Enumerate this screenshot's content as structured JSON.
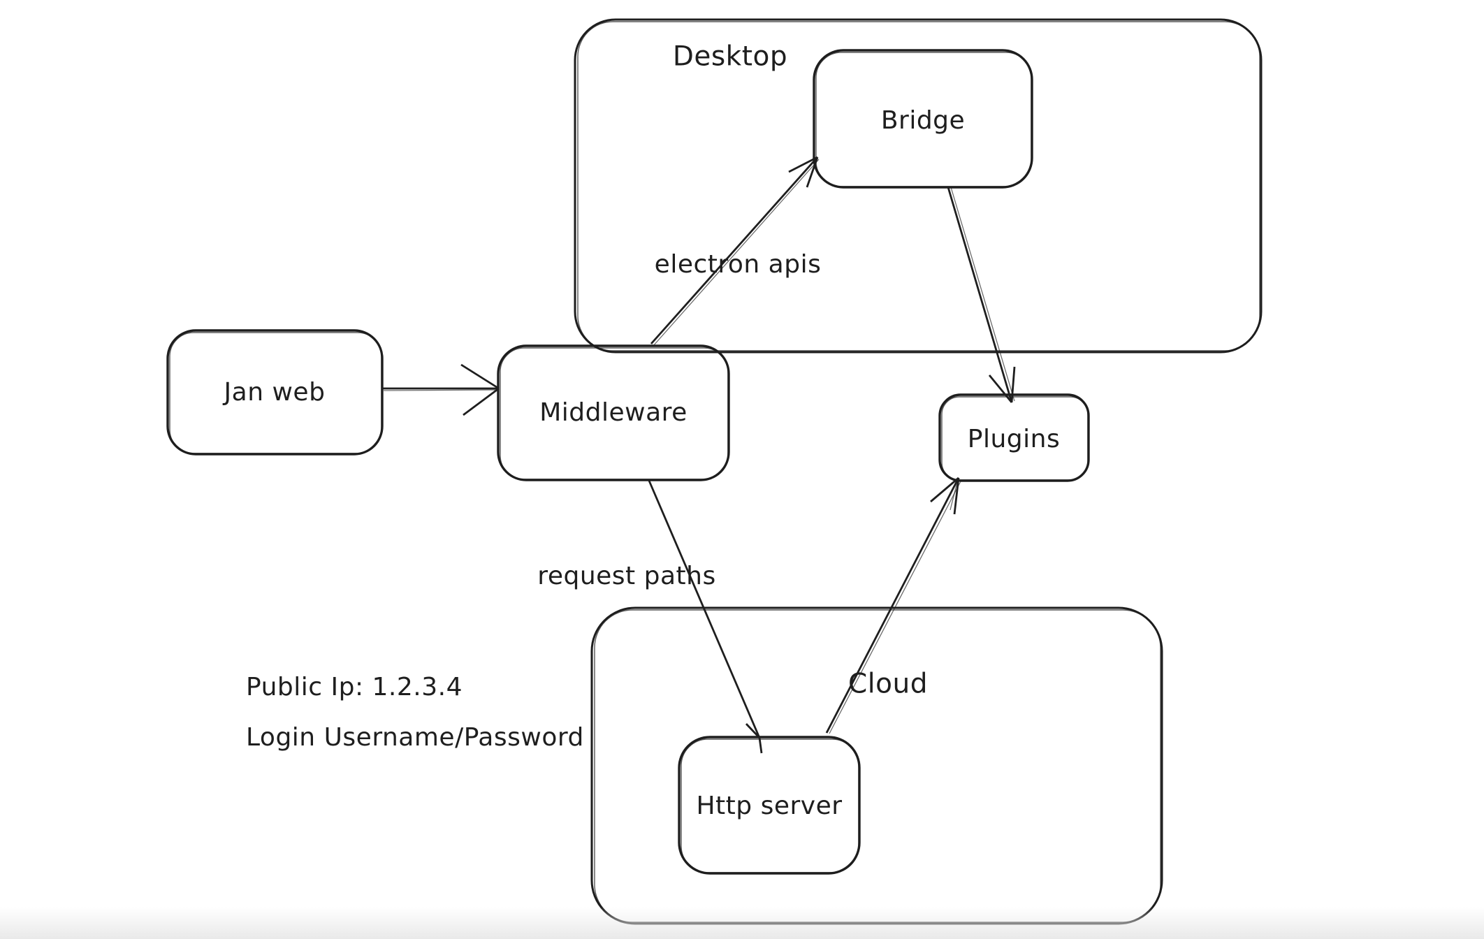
{
  "canvas": {
    "background": "#ffffff",
    "stroke_color": "#1e1e1e",
    "bottom_fade_color": "#e9e9e9"
  },
  "containers": {
    "desktop": {
      "label": "Desktop"
    },
    "cloud": {
      "label": "Cloud"
    }
  },
  "nodes": {
    "jan_web": {
      "label": "Jan web"
    },
    "middleware": {
      "label": "Middleware"
    },
    "bridge": {
      "label": "Bridge"
    },
    "plugins": {
      "label": "Plugins"
    },
    "http_server": {
      "label": "Http server"
    }
  },
  "edges": {
    "middleware_to_bridge": {
      "label": "electron apis"
    },
    "middleware_to_http_server": {
      "label": "request paths"
    }
  },
  "annotation": {
    "line1": "Public Ip: 1.2.3.4",
    "line2": "Login Username/Password"
  }
}
